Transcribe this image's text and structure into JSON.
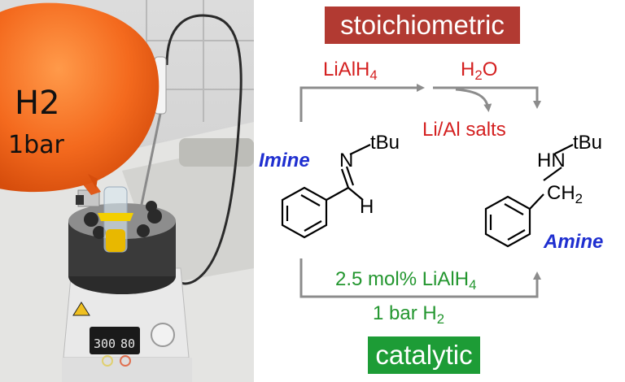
{
  "photo": {
    "handwriting": "H2",
    "handwriting2": "1bar",
    "display_left": "300",
    "display_right": "80"
  },
  "scheme": {
    "stoich_label": "stoichiometric",
    "catalytic_label": "catalytic",
    "reagent_top_left": {
      "main": "LiAlH",
      "sub": "4"
    },
    "reagent_top_right": {
      "main": "H",
      "sub": "2",
      "tail": "O"
    },
    "byproduct": "Li/Al salts",
    "imine_label": "Imine",
    "amine_label": "Amine",
    "imine_N": "N",
    "imine_tBu": "tBu",
    "imine_H": "H",
    "amine_HN": "HN",
    "amine_tBu": "tBu",
    "amine_CH": "CH",
    "amine_CH_sub": "2",
    "cat_reagent": {
      "main": "2.5 mol% LiAlH",
      "sub": "4"
    },
    "cat_pressure": {
      "main": "1 bar H",
      "sub": "2"
    }
  },
  "colors": {
    "stoich_banner": "#b23a32",
    "catalytic_banner": "#1d9c36",
    "red_text": "#d42020",
    "green_text": "#23962f",
    "blue_text": "#1f2fd0",
    "arrow": "#8c8c8c",
    "balloon": "#f46a1e"
  }
}
